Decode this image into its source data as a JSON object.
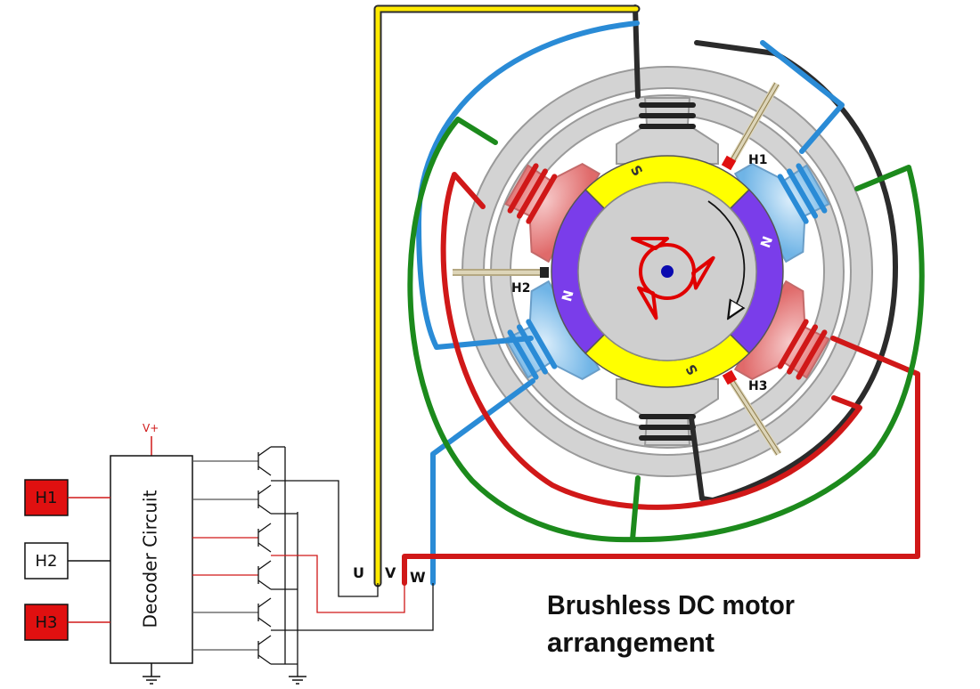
{
  "colors": {
    "background": "#ffffff",
    "stator": "#d3d3d3",
    "rotor_core": "#cfcfcf",
    "magnet_south": "#ffff00",
    "magnet_north": "#7a3dea",
    "phase_u_wire": "#ffea00",
    "phase_v_wire": "#d01818",
    "phase_w_wire": "#2a8bd6",
    "phase_dark_wire": "#2b2b2b",
    "phase_green_wire": "#1c8a1c",
    "coil_dark": "#222222",
    "coil_red": "#d01818",
    "coil_blue": "#2a8bd6",
    "arrow_red": "#e00000",
    "hall_sensor": "#ddd5b8",
    "sensor_box_active": "#e01010"
  },
  "icons": {
    "rotation_indicator": "curved-arrow-icon",
    "rotor_spider": "triangle-spider-icon",
    "ground": "ground-symbol-icon"
  },
  "motor": {
    "magnet_labels": [
      "S",
      "N",
      "S",
      "N"
    ],
    "hall_labels": {
      "h1": "H1",
      "h2": "H2",
      "h3": "H3"
    }
  },
  "terminals": {
    "u": "U",
    "v": "V",
    "w": "W"
  },
  "circuit": {
    "supply_label": "V+",
    "decoder_label": "Decoder Circuit",
    "sensor_inputs": [
      {
        "label": "H1",
        "active": true
      },
      {
        "label": "H2",
        "active": false
      },
      {
        "label": "H3",
        "active": true
      }
    ]
  },
  "title": {
    "line1": "Brushless DC motor",
    "line2": "arrangement"
  }
}
